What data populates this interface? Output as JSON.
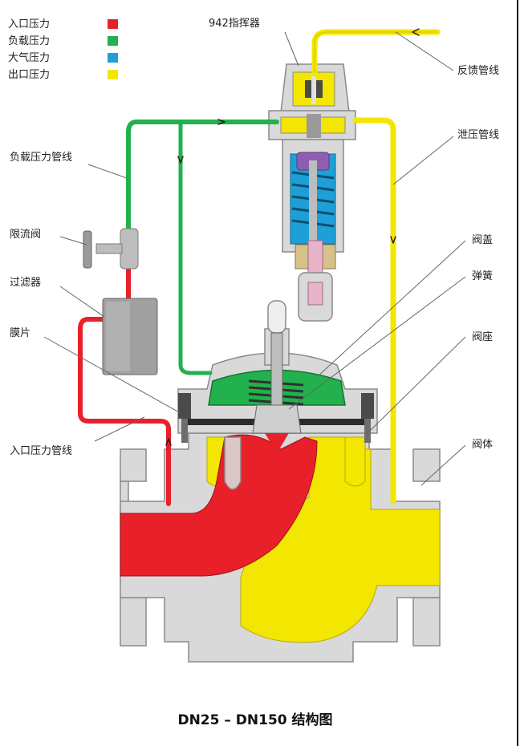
{
  "legend": [
    {
      "label": "入口压力",
      "color": "#e8202a"
    },
    {
      "label": "负载压力",
      "color": "#22b14c"
    },
    {
      "label": "大气压力",
      "color": "#1e9fd8"
    },
    {
      "label": "出口压力",
      "color": "#f3e600"
    }
  ],
  "callouts": {
    "pilot": "942指挥器",
    "feedback_line": "反馈管线",
    "relief_line": "泄压管线",
    "load_line": "负载压力管线",
    "throttle_valve": "限流阀",
    "filter": "过滤器",
    "diaphragm": "膜片",
    "bonnet": "阀盖",
    "spring": "弹簧",
    "seat": "阀座",
    "valve_body": "阀体",
    "inlet_line": "入口压力管线"
  },
  "caption": "DN25 – DN150 结构图",
  "colors": {
    "inlet": "#e8202a",
    "load": "#22b14c",
    "atmos": "#1e9fd8",
    "outlet": "#f3e600",
    "body": "#d9d9d9"
  }
}
